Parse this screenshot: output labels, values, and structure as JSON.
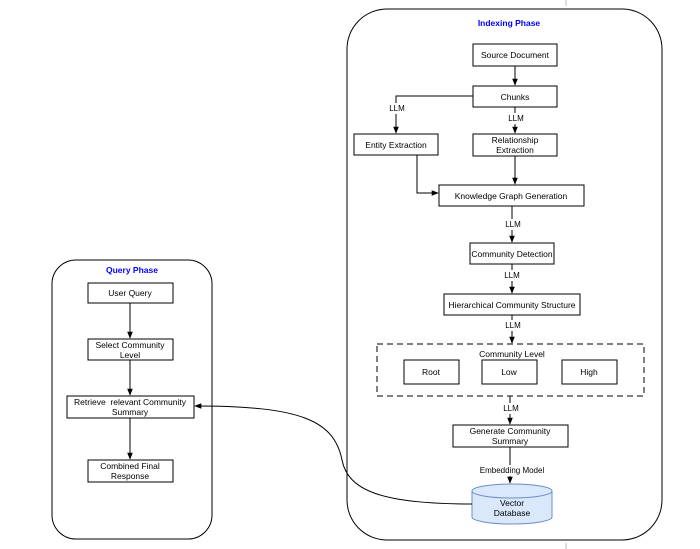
{
  "colors": {
    "title": "#0000ff",
    "stroke": "#000000",
    "db_fill": "#dae8fc",
    "db_stroke": "#6c8ebf"
  },
  "indexing": {
    "title": "Indexing Phase",
    "source_document": "Source Document",
    "chunks": "Chunks",
    "entity_extraction": "Entity Extraction",
    "relationship_extraction": [
      "Relationship",
      "Extraction"
    ],
    "kg_generation": "Knowledge Graph Generation",
    "community_detection": "Community Detection",
    "hierarchical_structure": "Hierarchical Community Structure",
    "community_level": {
      "title": "Community Level",
      "levels": [
        "Root",
        "Low",
        "High"
      ]
    },
    "generate_summary": [
      "Generate Community",
      "Summary"
    ],
    "vector_db": [
      "Vector",
      "Database"
    ]
  },
  "edge_labels": {
    "llm_entity": "LLM",
    "llm_relationship": "LLM",
    "llm_detection": "LLM",
    "llm_hierarchy": "LLM",
    "llm_levels": "LLM",
    "llm_summary": "LLM",
    "embedding_model": "Embedding Model"
  },
  "query": {
    "title": "Query Phase",
    "user_query": "User Query",
    "select_level": [
      "Select Community",
      "Level"
    ],
    "retrieve_summary": [
      "Retrieve  relevant Community",
      "Summary"
    ],
    "combined_response": [
      "Combined Final",
      "Response"
    ]
  }
}
